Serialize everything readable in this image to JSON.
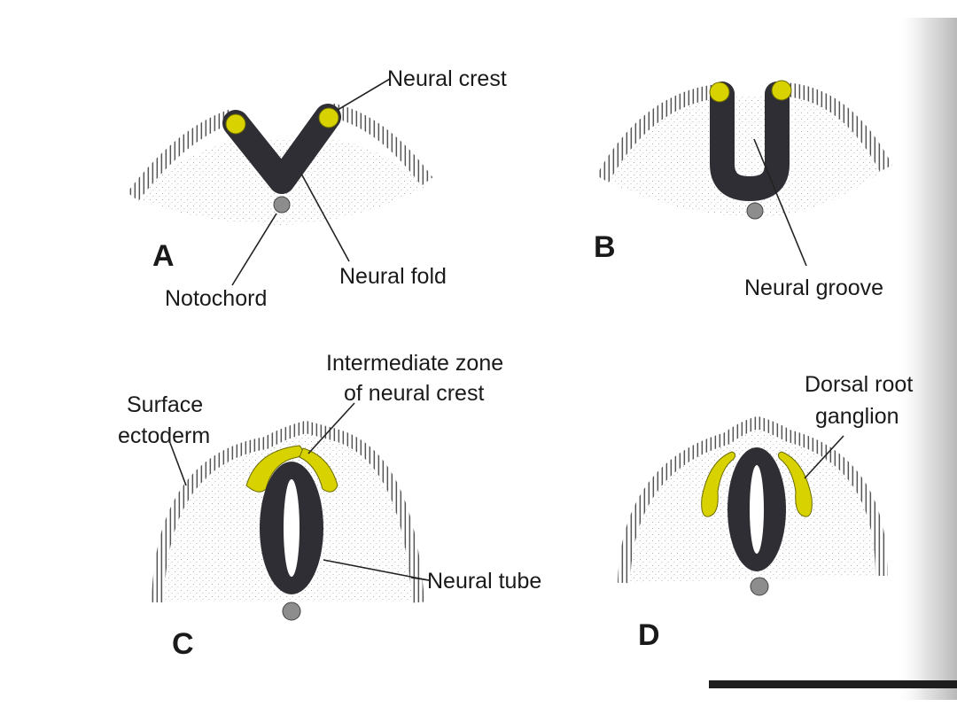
{
  "panels": {
    "a": {
      "letter": "A"
    },
    "b": {
      "letter": "B"
    },
    "c": {
      "letter": "C"
    },
    "d": {
      "letter": "D"
    }
  },
  "labels": {
    "neural_crest": "Neural crest",
    "notochord": "Notochord",
    "neural_fold": "Neural fold",
    "neural_groove": "Neural groove",
    "intermediate_zone_line1": "Intermediate zone",
    "intermediate_zone_line2": "of neural crest",
    "surface_ectoderm_line1": "Surface",
    "surface_ectoderm_line2": "ectoderm",
    "neural_tube": "Neural tube",
    "dorsal_root_line1": "Dorsal root",
    "dorsal_root_line2": "ganglion"
  },
  "colors": {
    "neural_tissue": "#2e2e34",
    "neural_crest": "#d8d200",
    "ectoderm_stripe": "#555555",
    "stipple": "#9a9a9a",
    "edge_shadow": "#b8b8b8",
    "bottom_bar": "#1e1e1e"
  }
}
